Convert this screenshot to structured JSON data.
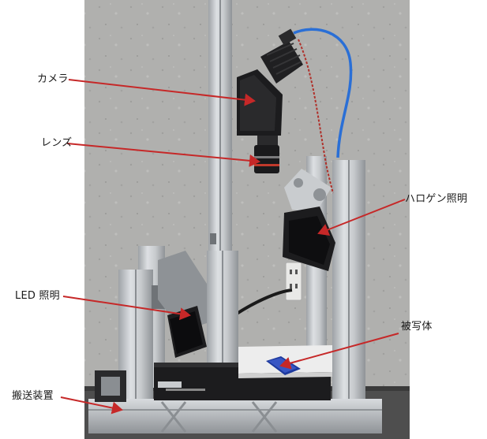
{
  "labels": {
    "camera": "カメラ",
    "lens": "レンズ",
    "halogen": "ハロゲン照明",
    "led": "LED 照明",
    "subject": "被写体",
    "conveyor": "搬送装置"
  },
  "colors": {
    "wall": "#b9b9b7",
    "wall_dark": "#a3a3a1",
    "aluminum": "#c9cccf",
    "aluminum_shadow": "#8e9296",
    "black_part": "#1c1c1e",
    "cable_blue": "#2a6fd6",
    "cable_red": "#b0302a",
    "leader_line": "#c62828",
    "plate": "#ededed",
    "sample": "#1e3a9e"
  }
}
